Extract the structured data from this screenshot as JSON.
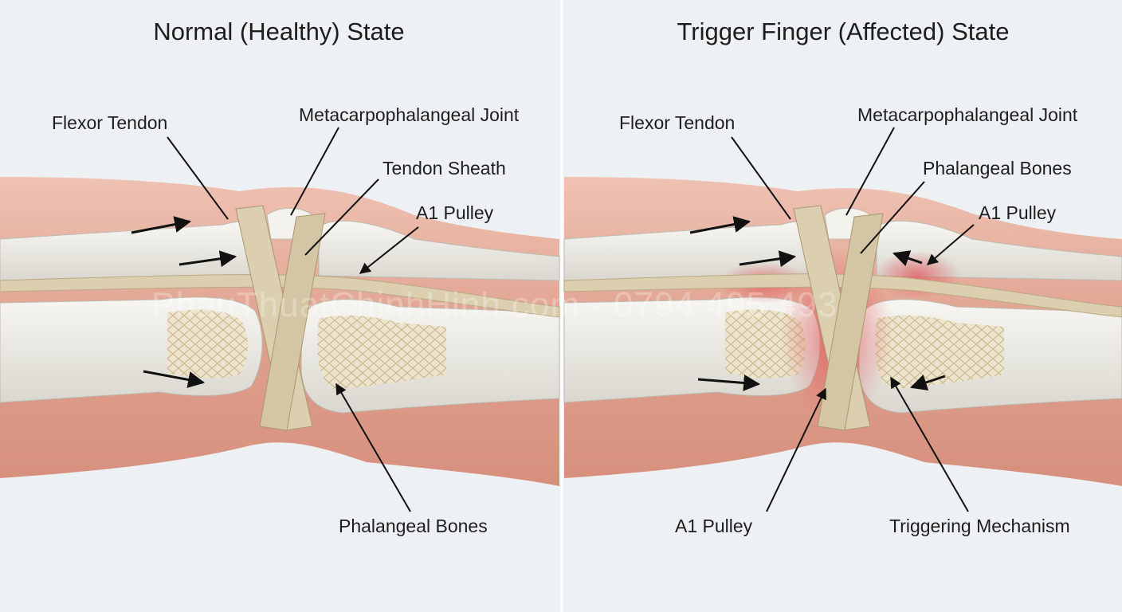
{
  "panels": {
    "normal": {
      "title": "Normal (Healthy) State",
      "labels": {
        "flexor_tendon": "Flexor Tendon",
        "mcp_joint": "Metacarpophalangeal Joint",
        "tendon_sheath": "Tendon Sheath",
        "a1_pulley": "A1 Pulley",
        "phalangeal_bones": "Phalangeal Bones"
      }
    },
    "trigger": {
      "title": "Trigger Finger (Affected) State",
      "labels": {
        "flexor_tendon": "Flexor Tendon",
        "mcp_joint": "Metacarpophalangeal Joint",
        "phalangeal_bones": "Phalangeal Bones",
        "a1_pulley_top": "A1 Pulley",
        "a1_pulley_bottom": "A1 Pulley",
        "triggering_mechanism": "Triggering Mechanism"
      }
    }
  },
  "watermark": "PhauThuatChinhHinh.com - 0794 495 493",
  "colors": {
    "background": "#eef1f3",
    "skin": "#e3a493",
    "bone": "#ecebe6",
    "tendon": "#d8c9a8",
    "inflammation": "#e0575a"
  }
}
